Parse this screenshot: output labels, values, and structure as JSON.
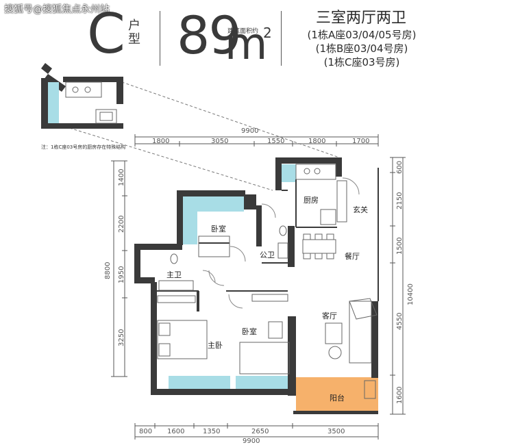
{
  "watermark": "搜狐号@搜狐焦点永州站",
  "unit": {
    "letter": "C",
    "type_chars": [
      "户",
      "型"
    ]
  },
  "area": {
    "number": "89",
    "unit": "m",
    "sup": "2",
    "note": "建筑面积约"
  },
  "title": "三室两厅两卫",
  "subtitles": [
    "(1栋A座03/04/05号房)",
    "(1栋B座03/04号房)",
    "(1栋C座03号房)"
  ],
  "note": "注：1栋C座03号房的厨房存在特殊结构",
  "dims_top_total": "9900",
  "dims_top": [
    "1800",
    "3050",
    "1550",
    "1800",
    "1700"
  ],
  "dims_bottom": [
    "800",
    "1600",
    "1350",
    "2650",
    "3500"
  ],
  "dims_bottom_total": "9900",
  "dims_left": [
    "1400",
    "2200",
    "1950",
    "3250"
  ],
  "dims_left_total": "8800",
  "dims_right": [
    "600",
    "2150",
    "1500",
    "4550",
    "1600"
  ],
  "dims_right_total": "10400",
  "rooms": {
    "kitchen": "厨房",
    "entry": "玄关",
    "bedroom_top": "卧室",
    "public_bath": "公卫",
    "dining": "餐厅",
    "master_bath": "主卫",
    "living": "客厅",
    "master_bedroom": "主卧",
    "bedroom_mid": "卧室",
    "balcony": "阳台"
  },
  "colors": {
    "wall": "#3a3a3a",
    "glass": "#a8dde6",
    "balcony": "#f6b16b",
    "line": "#555555"
  }
}
